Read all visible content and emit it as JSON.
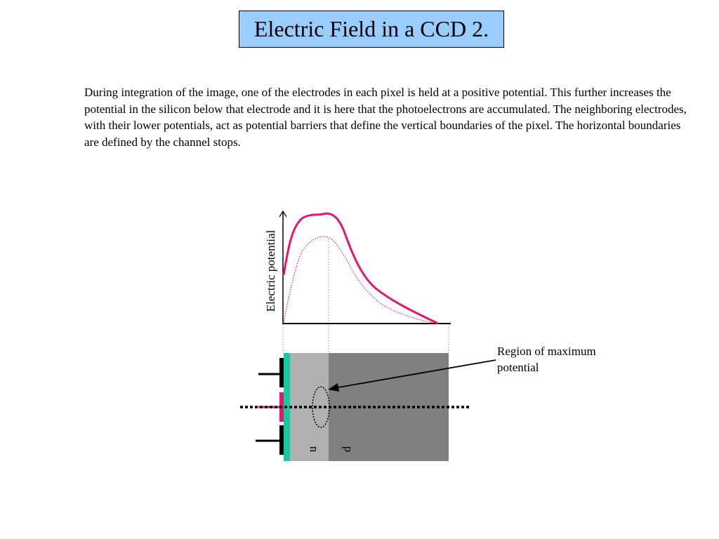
{
  "slide": {
    "title": "Electric Field in a CCD 2.",
    "body": "During integration of the image, one of the electrodes in each pixel is held at a positive potential. This further increases the potential in the silicon below that electrode and it is here that the photoelectrons are accumulated. The neighboring electrodes, with their lower potentials, act as potential barriers that define the vertical  boundaries of the pixel. The horizontal boundaries are defined by the channel stops."
  },
  "diagram": {
    "y_axis_label": "Electric potential",
    "n_label": "n",
    "p_label": "p",
    "annotation": "Region of maximum potential"
  },
  "colors": {
    "title_bg": "#99ccff",
    "curve": "#e8146e",
    "oxide": "#1bc8a0",
    "n_layer": "#b0b0b0",
    "p_layer": "#808080",
    "electrode_positive": "#e8146e",
    "electrode": "#000000"
  }
}
